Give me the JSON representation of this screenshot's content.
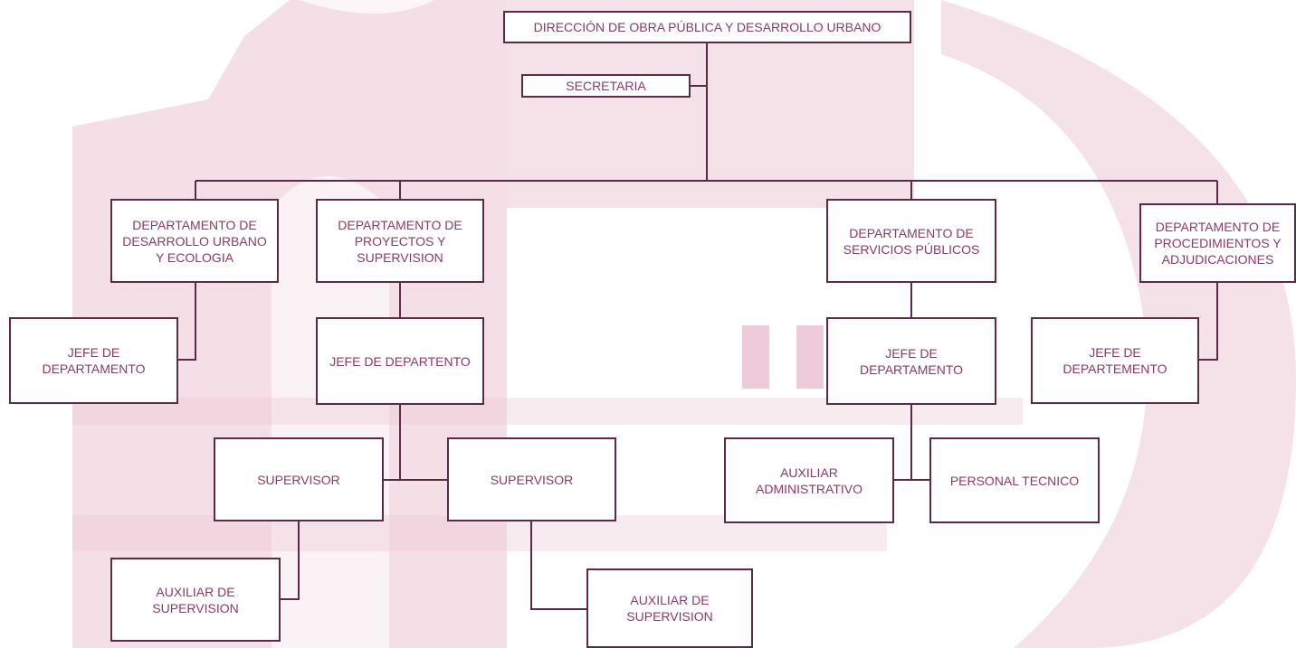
{
  "colors": {
    "line": "#5a2a47",
    "text": "#8a3a6a",
    "box_fill": "#ffffff",
    "watermark": "#ecc5d4"
  },
  "nodes": {
    "direccion": "DIRECCIÓN DE OBRA PÚBLICA Y DESARROLLO URBANO",
    "secretaria": "SECRETARIA",
    "dep_desarrollo_urbano": "DEPARTAMENTO DE\nDESARROLLO URBANO\nY ECOLOGIA",
    "dep_proyectos": "DEPARTAMENTO DE\nPROYECTOS Y\nSUPERVISION",
    "dep_servicios": "DEPARTAMENTO DE\nSERVICIOS PÚBLICOS",
    "dep_procedimientos": "DEPARTAMENTO DE\nPROCEDIMIENTOS Y\nADJUDICACIONES",
    "jefe_desarrollo": "JEFE DE\nDEPARTAMENTO",
    "jefe_proyectos": "JEFE DE DEPARTENTO",
    "jefe_servicios": "JEFE DE\nDEPARTAMENTO",
    "jefe_procedimientos": "JEFE DE\nDEPARTEMENTO",
    "supervisor_1": "SUPERVISOR",
    "supervisor_2": "SUPERVISOR",
    "auxiliar_administrativo": "AUXILIAR\nADMINISTRATIVO",
    "personal_tecnico": "PERSONAL TECNICO",
    "auxiliar_supervision_1": "AUXILIAR DE\nSUPERVISION",
    "auxiliar_supervision_2": "AUXILIAR DE\nSUPERVISION"
  }
}
